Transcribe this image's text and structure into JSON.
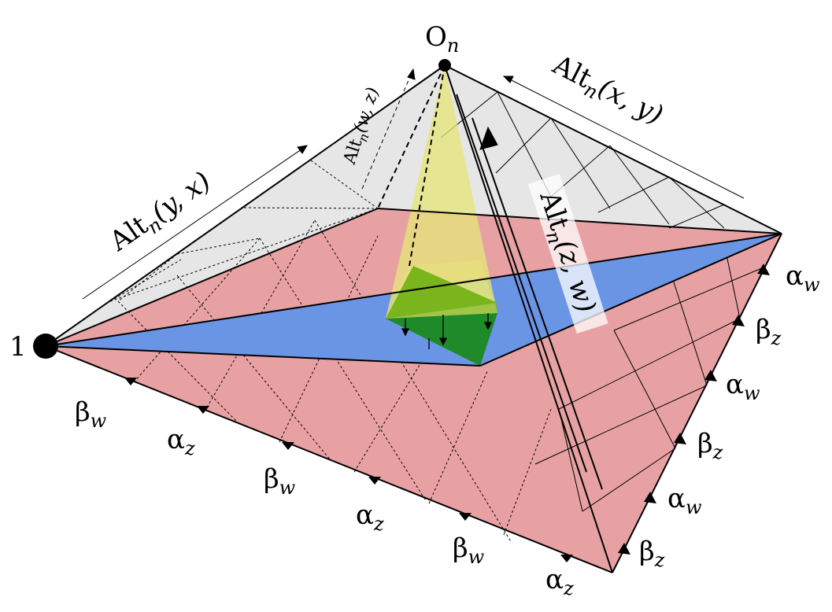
{
  "vertices": {
    "top": {
      "name": "O",
      "subscript": "n"
    },
    "left": {
      "name": "1"
    }
  },
  "edge_labels": {
    "left_upper": {
      "base": "Alt",
      "subscript": "n",
      "args": "(y, x)"
    },
    "right_upper": {
      "base": "Alt",
      "subscript": "n",
      "args": "(x, y)"
    },
    "inner_back": {
      "base": "Alt",
      "subscript": "n",
      "args": "(w, z)"
    },
    "inner_front": {
      "base": "Alt",
      "subscript": "n",
      "args": "(z, w)"
    }
  },
  "bottom_edge_labels": [
    {
      "letter": "β",
      "subscript": "w"
    },
    {
      "letter": "α",
      "subscript": "z"
    },
    {
      "letter": "β",
      "subscript": "w"
    },
    {
      "letter": "α",
      "subscript": "z"
    },
    {
      "letter": "β",
      "subscript": "w"
    },
    {
      "letter": "α",
      "subscript": "z"
    }
  ],
  "right_edge_labels": [
    {
      "letter": "α",
      "subscript": "w"
    },
    {
      "letter": "β",
      "subscript": "z"
    },
    {
      "letter": "α",
      "subscript": "w"
    },
    {
      "letter": "β",
      "subscript": "z"
    },
    {
      "letter": "α",
      "subscript": "w"
    },
    {
      "letter": "β",
      "subscript": "z"
    }
  ],
  "colors": {
    "gray_face": "#e6e6e6",
    "pink_face": "#e7a1a3",
    "blue_face": "#6a94e4",
    "yellow_cone": "#e6e67a",
    "green_light": "#7ab51e",
    "green_dark": "#1f8a2a",
    "stroke": "#000000"
  }
}
